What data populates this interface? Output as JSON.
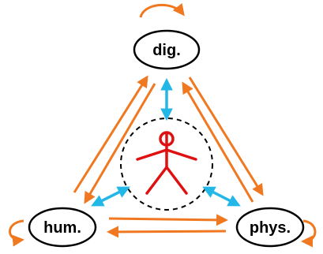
{
  "nodes": {
    "digital": {
      "label": "dig."
    },
    "human": {
      "label": "hum."
    },
    "physical": {
      "label": "phys."
    }
  },
  "colors": {
    "interaction_arrow": "#f07820",
    "self_loop": "#f07820",
    "agent_link": "#22b7e6",
    "agent_figure": "#e01010",
    "node_outline": "#000000",
    "agent_boundary": "#000000"
  }
}
